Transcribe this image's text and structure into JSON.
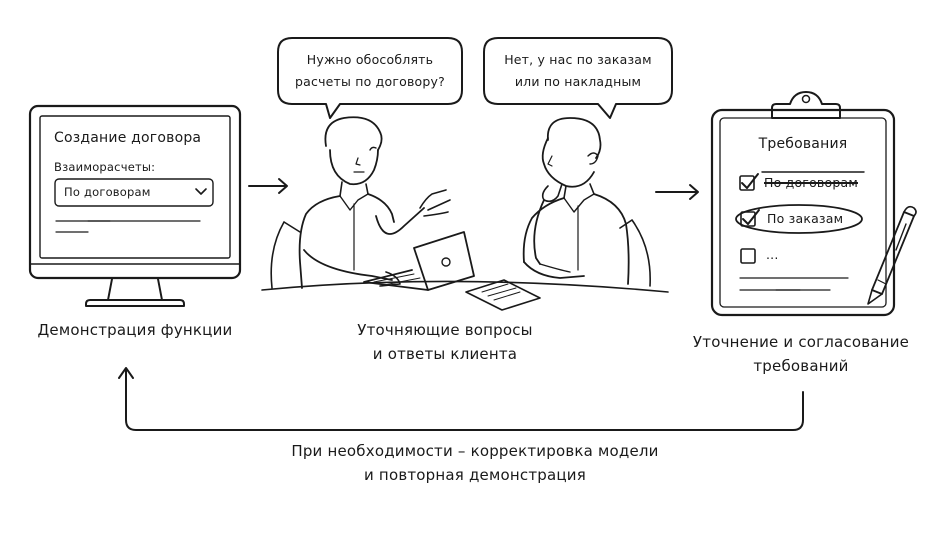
{
  "monitor": {
    "title": "Создание договора",
    "field_label": "Взаиморасчеты:",
    "select_value": "По договорам",
    "caption": "Демонстрация функции"
  },
  "meeting": {
    "bubble_left": [
      "Нужно обособлять",
      "расчеты по договору?"
    ],
    "bubble_right": [
      "Нет, у нас по заказам",
      "или по накладным"
    ],
    "caption": [
      "Уточняющие вопросы",
      "и ответы клиента"
    ]
  },
  "requirements": {
    "title": "Требования",
    "items": [
      {
        "label": "По договорам",
        "state": "checked-struck"
      },
      {
        "label": "По заказам",
        "state": "checked-circled"
      },
      {
        "label": "...",
        "state": "unchecked"
      }
    ],
    "caption": [
      "Уточнение и согласование",
      "требований"
    ]
  },
  "loop": {
    "caption": [
      "При необходимости – корректировка модели",
      "и повторная демонстрация"
    ]
  }
}
